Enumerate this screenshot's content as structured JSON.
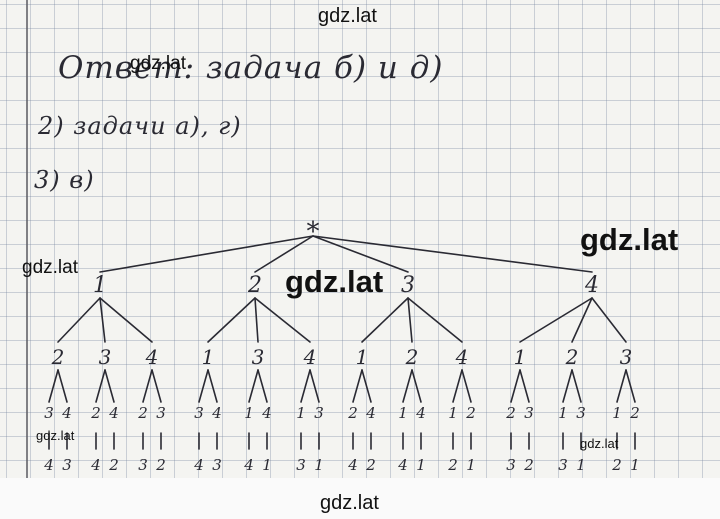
{
  "answers": {
    "line1": "Ответ: задача б) и д)",
    "line2": "2)  задачи а), г)",
    "line3": "3)   в)"
  },
  "tree": {
    "root": "*",
    "level1": [
      "1",
      "2",
      "3",
      "4"
    ],
    "level2": [
      [
        "2",
        "3",
        "4"
      ],
      [
        "1",
        "3",
        "4"
      ],
      [
        "1",
        "2",
        "4"
      ],
      [
        "1",
        "2",
        "3"
      ]
    ],
    "level3": [
      [
        "3",
        "4",
        "2",
        "4",
        "2",
        "3"
      ],
      [
        "3",
        "4",
        "1",
        "4",
        "1",
        "3"
      ],
      [
        "2",
        "4",
        "1",
        "4",
        "1",
        "2"
      ],
      [
        "2",
        "3",
        "1",
        "3",
        "1",
        "2"
      ]
    ],
    "level4": [
      [
        "4",
        "3",
        "4",
        "2",
        "3",
        "2"
      ],
      [
        "4",
        "3",
        "4",
        "1",
        "3",
        "1"
      ],
      [
        "4",
        "2",
        "4",
        "1",
        "2",
        "1"
      ],
      [
        "3",
        "2",
        "3",
        "1",
        "2",
        "1"
      ]
    ]
  },
  "watermarks": [
    "gdz.lat",
    "gdz.lat",
    "gdz.lat",
    "gdz.lat",
    "gdz.lat",
    "gdz.lat",
    "gdz.lat",
    "gdz.lat"
  ]
}
